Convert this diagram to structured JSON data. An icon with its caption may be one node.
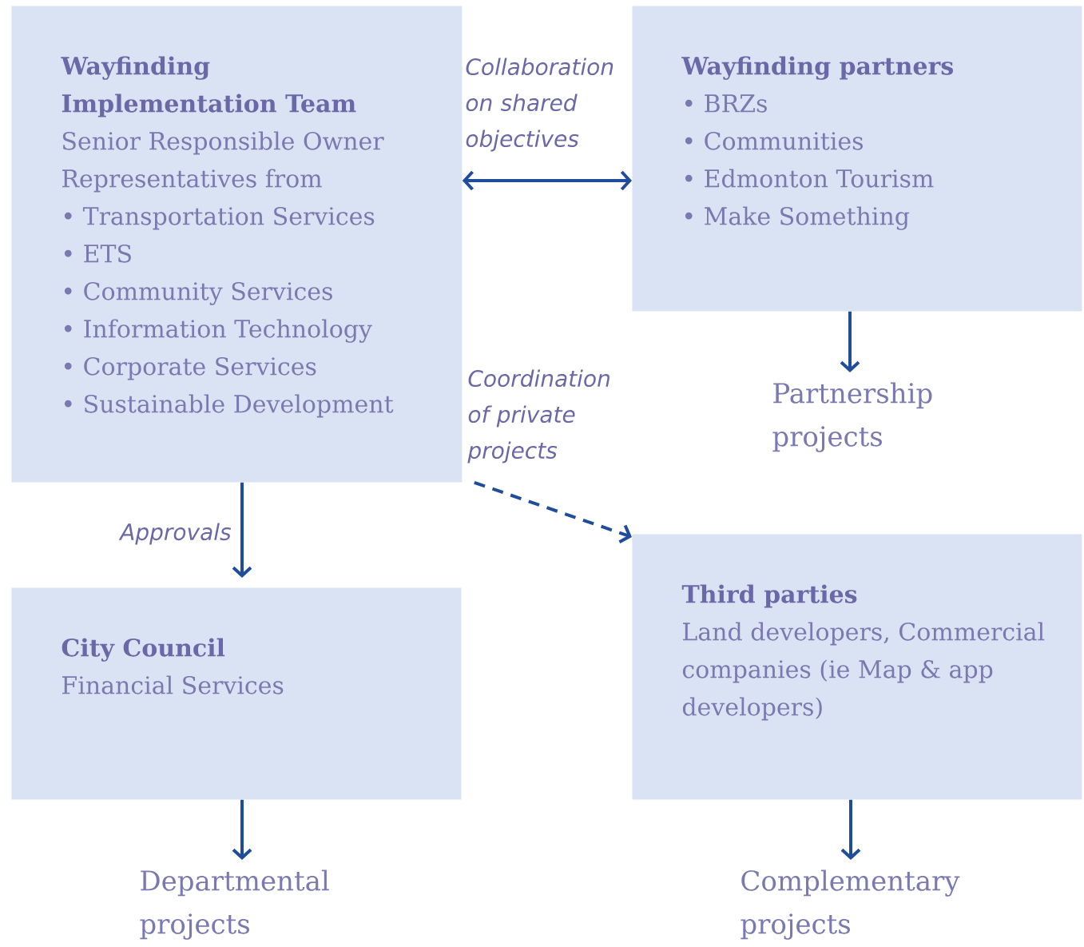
{
  "diagram": {
    "nodes": [
      {
        "text": [
          "Wayfinding Implementation Team",
          "Senior Responsible Owner",
          "Representatives from",
          "• Transportation Services",
          "• ETS",
          "• Community Services",
          "• Information Technology",
          "• Corporate Services",
          "• Sustainable Development"
        ]
      },
      {
        "text": [
          "Wayfinding partners",
          "• BRZs",
          "• Communities",
          "• Edmonton Tourism",
          "• Make Something"
        ]
      },
      {
        "text": [
          "Partnership projects"
        ]
      },
      {
        "text": [
          "City Council",
          "Financial Services"
        ]
      },
      {
        "text": [
          "Third parties",
          "Land developers, Commercial companies (ie Map & app developers)"
        ]
      },
      {
        "text": [
          "Departmental projects"
        ]
      },
      {
        "text": [
          "Complementary projects"
        ]
      }
    ],
    "edges": [
      {
        "from": 0,
        "to": 1,
        "arrow": "both",
        "label": "Collaboration on shared objectives"
      },
      {
        "from": 1,
        "to": 2,
        "arrow": "to"
      },
      {
        "from": 0,
        "to": 4,
        "arrow": "to",
        "style": "dashed",
        "label": "Coordination of private projects"
      },
      {
        "from": 0,
        "to": 3,
        "arrow": "to",
        "label": "Approvals"
      },
      {
        "from": 3,
        "to": 5,
        "arrow": "to"
      },
      {
        "from": 4,
        "to": 6,
        "arrow": "to"
      }
    ]
  }
}
